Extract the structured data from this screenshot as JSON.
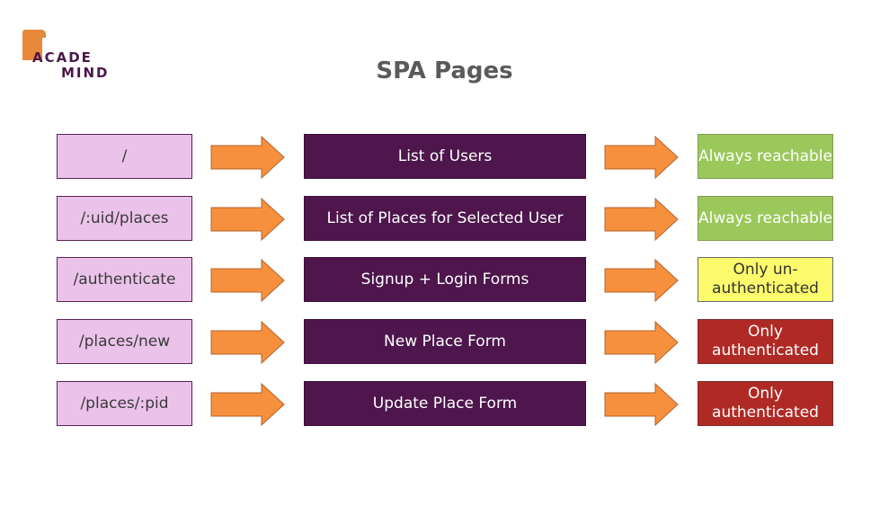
{
  "logo": {
    "line1": "ACADE",
    "line2": "MIND"
  },
  "title": "SPA Pages",
  "colors": {
    "route_fill": "#ebc3ea",
    "page_fill": "#4e164d",
    "arrow_fill": "#f7903d",
    "always": "#9bc85a",
    "unauthenticated": "#fdfa6c",
    "authenticated": "#b02a25"
  },
  "rows": [
    {
      "route": "/",
      "page": "List of Users",
      "access": "Always reachable",
      "access_type": "always"
    },
    {
      "route": "/:uid/places",
      "page": "List of Places for Selected User",
      "access": "Always reachable",
      "access_type": "always"
    },
    {
      "route": "/authenticate",
      "page": "Signup + Login Forms",
      "access": "Only un-authenticated",
      "access_type": "unauth"
    },
    {
      "route": "/places/new",
      "page": "New Place Form",
      "access": "Only authenticated",
      "access_type": "auth"
    },
    {
      "route": "/places/:pid",
      "page": "Update Place Form",
      "access": "Only authenticated",
      "access_type": "auth"
    }
  ]
}
